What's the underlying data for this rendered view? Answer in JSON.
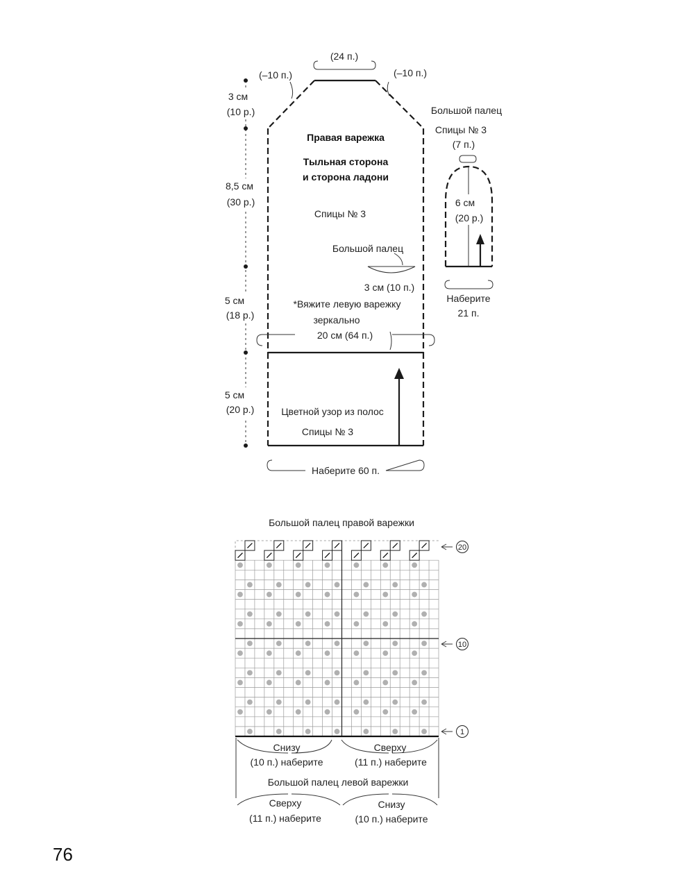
{
  "page_number": "76",
  "mitten": {
    "top_width": "(24 п.)",
    "dec_left": "(–10 п.)",
    "dec_right": "(–10 п.)",
    "title": "Правая варежка",
    "side_line1": "Тыльная сторона",
    "side_line2": "и сторона ладони",
    "needles_main": "Спицы № 3",
    "thumb_label": "Большой палец",
    "thumb_opening": "3 см (10 п.)",
    "mirror_note_line1": "*Вяжите левую варежку",
    "mirror_note_line2": "зеркально",
    "hand_width": "20 см (64 п.)",
    "cuff_pattern": "Цветной узор из полос",
    "needles_cuff": "Спицы № 3",
    "cast_on": "Наберите 60 п.",
    "measure_1_cm": "3 см",
    "measure_1_rows": "(10 р.)",
    "measure_2_cm": "8,5 см",
    "measure_2_rows": "(30 р.)",
    "measure_3_cm": "5 см",
    "measure_3_rows": "(18 р.)",
    "measure_4_cm": "5 см",
    "measure_4_rows": "(20 р.)"
  },
  "thumb": {
    "title": "Большой палец",
    "needles": "Спицы № 3",
    "top": "(7 п.)",
    "height_cm": "6 см",
    "height_rows": "(20 р.)",
    "cast_on_line1": "Наберите",
    "cast_on_line2": "21 п."
  },
  "chart": {
    "title": "Большой палец правой варежки",
    "row_marker_top": "20",
    "row_marker_mid": "10",
    "row_marker_bottom": "1",
    "right_left_label": "Снизу",
    "right_left_count": "(10 п.) наберите",
    "right_right_label": "Сверху",
    "right_right_count": "(11 п.) наберите",
    "left_title": "Большой палец левой варежки",
    "left_left_label": "Сверху",
    "left_left_count": "(11 п.) наберите",
    "left_right_label": "Снизу",
    "left_right_count": "(10 п.) наберите"
  }
}
